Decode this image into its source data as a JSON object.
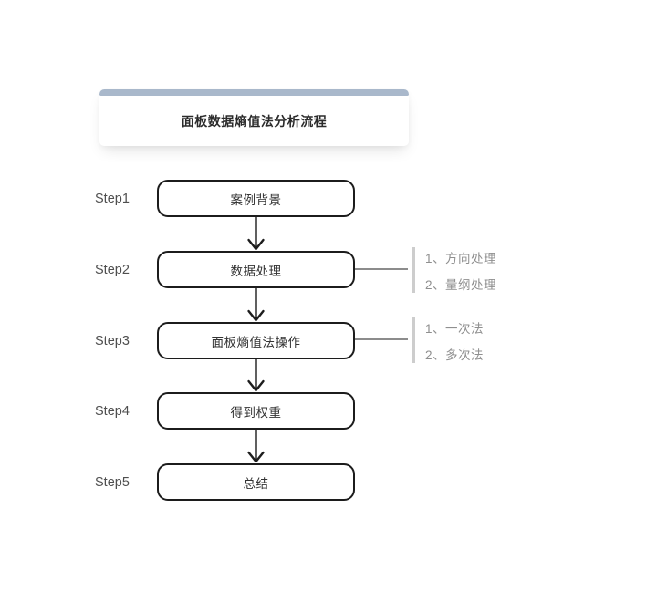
{
  "title_card": {
    "title": "面板数据熵值法分析流程"
  },
  "steps": [
    {
      "label": "Step1",
      "box_label": "案例背景",
      "notes": []
    },
    {
      "label": "Step2",
      "box_label": "数据处理",
      "notes": [
        "1、方向处理",
        "2、量纲处理"
      ]
    },
    {
      "label": "Step3",
      "box_label": "面板熵值法操作",
      "notes": [
        "1、一次法",
        "2、多次法"
      ]
    },
    {
      "label": "Step4",
      "box_label": "得到权重",
      "notes": []
    },
    {
      "label": "Step5",
      "box_label": "总结",
      "notes": []
    }
  ],
  "colors": {
    "accent_bar": "#a9b8cb",
    "box_border": "#1c1c1c",
    "box_text": "#333333",
    "step_label_text": "#4f4f4f",
    "connector_line": "#8c8c8c",
    "note_bar": "#cdcdcd",
    "note_text": "#8f8f8f",
    "background": "#ffffff"
  }
}
